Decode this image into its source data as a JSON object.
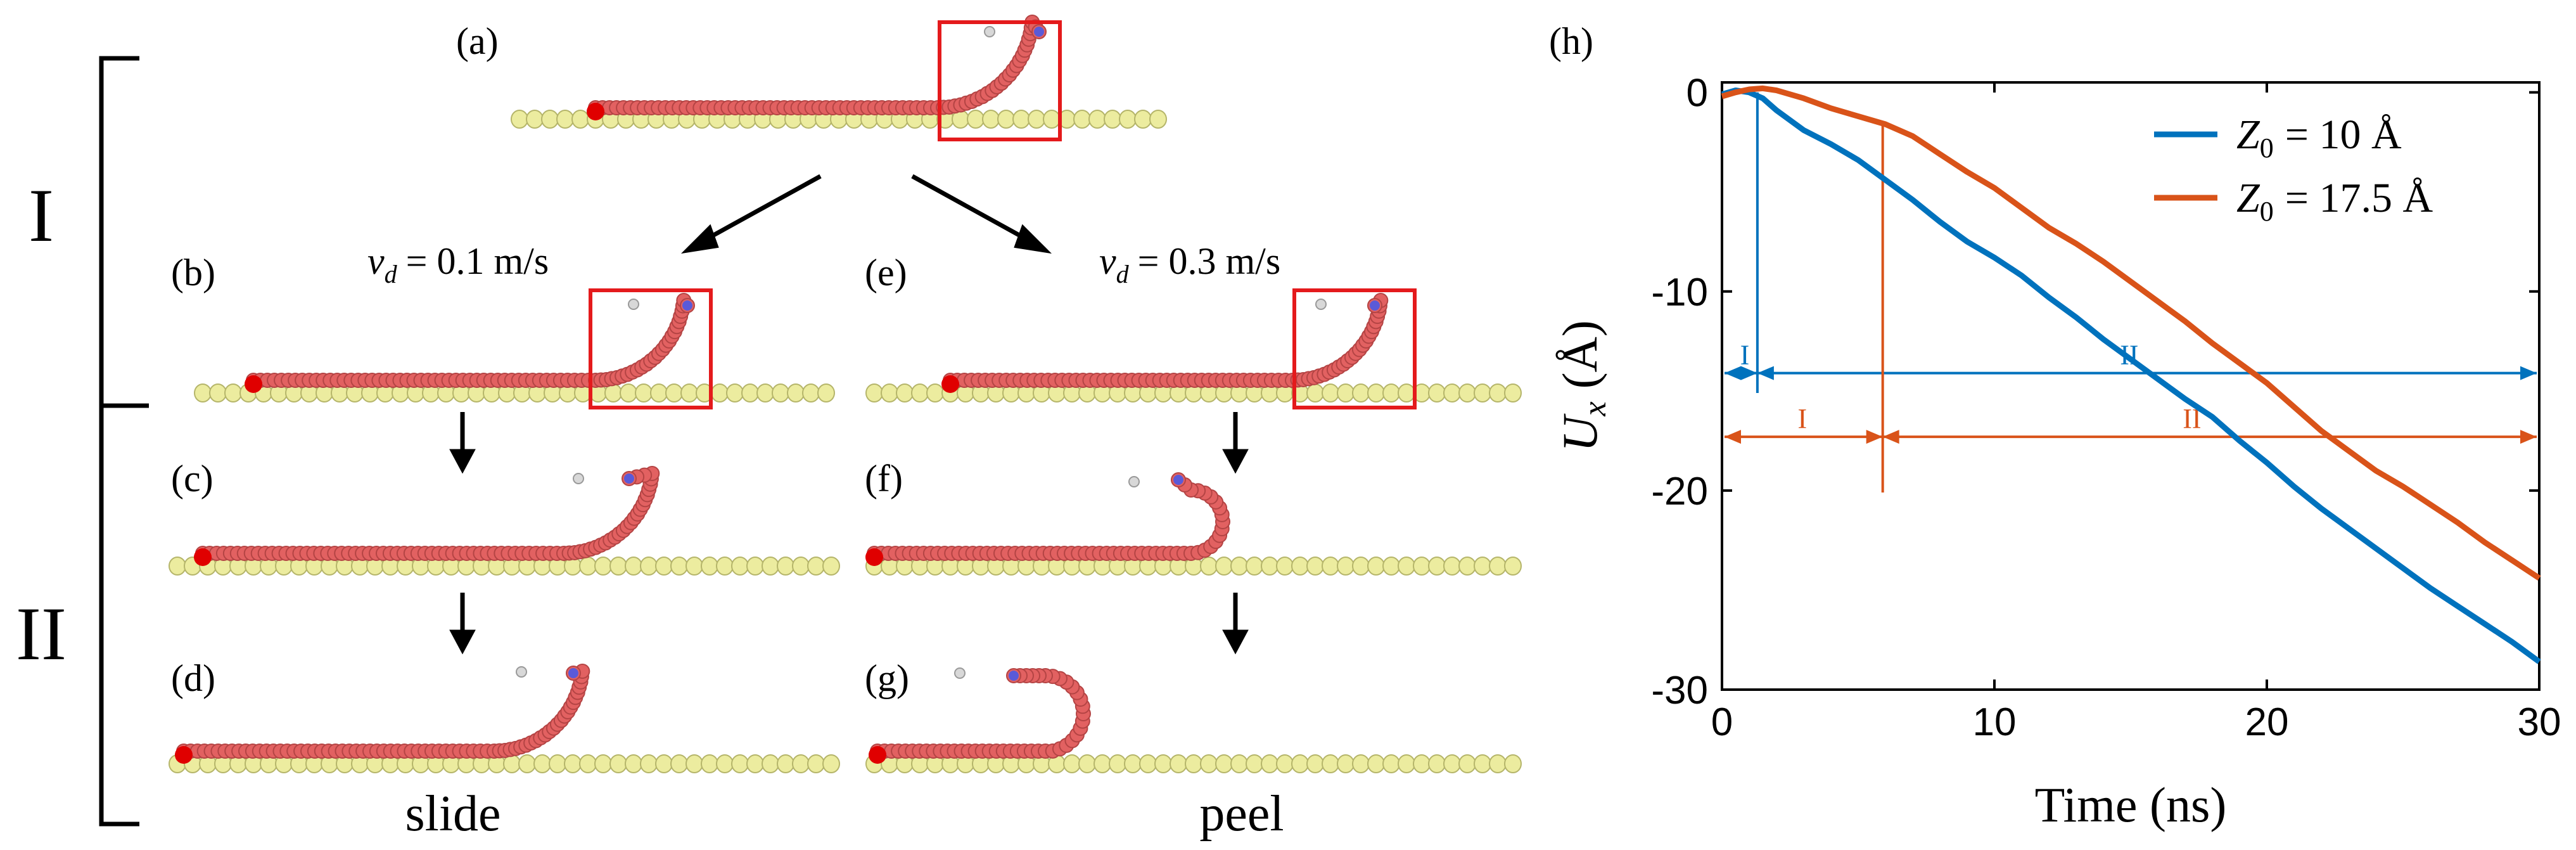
{
  "panels": {
    "a": "(a)",
    "b": "(b)",
    "c": "(c)",
    "d": "(d)",
    "e": "(e)",
    "f": "(f)",
    "g": "(g)",
    "h": "(h)"
  },
  "stages": {
    "one": "I",
    "two": "II"
  },
  "velocities": {
    "left_var": "v",
    "left_sub": "d",
    "left_eq": "= 0.1 m/s",
    "right_var": "v",
    "right_sub": "d",
    "right_eq": "= 0.3 m/s"
  },
  "modes": {
    "slide": "slide",
    "peel": "peel"
  },
  "colors": {
    "substrate": "#ecec9f",
    "substrate_edge": "#b5b56a",
    "chain": "#e26161",
    "chain_edge": "#b44444",
    "anchor": "#e00000",
    "tip": "#5a5ad8",
    "probe": "#d8d8d8",
    "highlight_box": "#e41a1c"
  },
  "chart_data": {
    "type": "line",
    "xlabel": "Time (ns)",
    "ylabel_var": "U",
    "ylabel_sub": "x",
    "ylabel_unit": "(Å)",
    "xlim": [
      0,
      30
    ],
    "ylim": [
      -30,
      0.5
    ],
    "xticks": [
      0,
      10,
      20,
      30
    ],
    "yticks": [
      0,
      -10,
      -20,
      -30
    ],
    "grid": false,
    "legend_position": "top-right",
    "series": [
      {
        "name": "Z0 = 10 Å",
        "legend_var": "Z",
        "legend_sub": "0",
        "legend_eq": "= 10 Å",
        "color": "#0072bd",
        "x": [
          0,
          0.5,
          1,
          1.5,
          2,
          3,
          4,
          5,
          6,
          7,
          8,
          9,
          10,
          11,
          12,
          13,
          14,
          15,
          16,
          17,
          18,
          19,
          20,
          21,
          22,
          23,
          24,
          25,
          26,
          27,
          28,
          29,
          30
        ],
        "y": [
          -0.1,
          0.1,
          0.0,
          -0.3,
          -0.9,
          -1.9,
          -2.6,
          -3.4,
          -4.4,
          -5.4,
          -6.5,
          -7.5,
          -8.3,
          -9.2,
          -10.3,
          -11.3,
          -12.4,
          -13.4,
          -14.4,
          -15.4,
          -16.3,
          -17.5,
          -18.6,
          -19.8,
          -20.9,
          -21.9,
          -22.9,
          -23.9,
          -24.9,
          -25.8,
          -26.7,
          -27.6,
          -28.6
        ],
        "phase_boundary": 1.3,
        "phase_arrow_y": -14.1,
        "phase_labels": [
          "I",
          "II"
        ]
      },
      {
        "name": "Z0 = 17.5 Å",
        "legend_var": "Z",
        "legend_sub": "0",
        "legend_eq": "= 17.5 Å",
        "color": "#d95319",
        "x": [
          0,
          0.5,
          1,
          1.5,
          2,
          3,
          4,
          5,
          6,
          7,
          8,
          9,
          10,
          11,
          12,
          13,
          14,
          15,
          16,
          17,
          18,
          19,
          20,
          21,
          22,
          23,
          24,
          25,
          26,
          27,
          28,
          29,
          30
        ],
        "y": [
          -0.2,
          0.0,
          0.15,
          0.2,
          0.1,
          -0.3,
          -0.8,
          -1.2,
          -1.6,
          -2.2,
          -3.1,
          -4.0,
          -4.8,
          -5.8,
          -6.8,
          -7.6,
          -8.5,
          -9.5,
          -10.5,
          -11.5,
          -12.6,
          -13.6,
          -14.6,
          -15.8,
          -17.0,
          -18.0,
          -19.0,
          -19.8,
          -20.7,
          -21.6,
          -22.6,
          -23.5,
          -24.4
        ],
        "phase_boundary": 5.9,
        "phase_arrow_y": -17.3,
        "phase_labels": [
          "I",
          "II"
        ]
      }
    ]
  }
}
